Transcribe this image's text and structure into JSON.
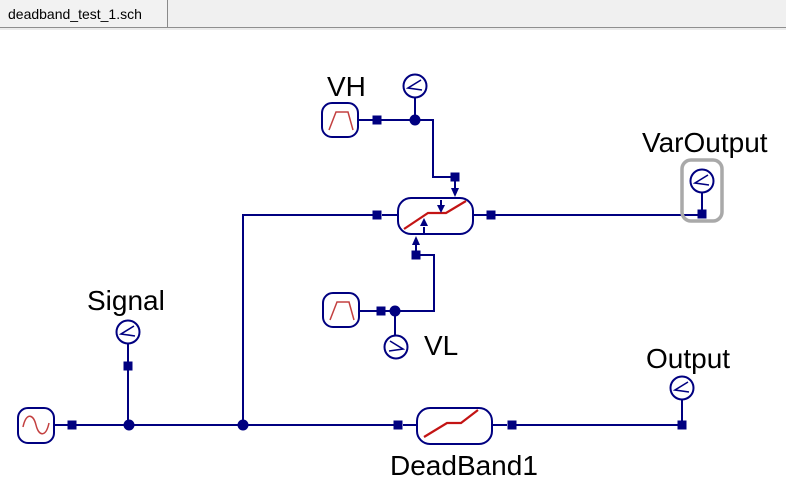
{
  "window": {
    "tab_title": "deadband_test_1.sch"
  },
  "colors": {
    "wire": "#000080",
    "symbol_outline": "#000080",
    "deadband_curve_red": "#c31414",
    "source_wave_red": "#c34040",
    "selection_box_gray": "#a9a9a9",
    "tab_bar_bg": "#f0f0f0",
    "canvas_bg": "#ffffff",
    "label_text": "#000000"
  },
  "schematic": {
    "labels": {
      "vh": "VH",
      "vl": "VL",
      "signal": "Signal",
      "var_output": "VarOutput",
      "output": "Output",
      "deadband1": "DeadBand1"
    },
    "components": [
      {
        "name": "VH",
        "icon": "trapezoid-source-icon"
      },
      {
        "name": "VL",
        "icon": "trapezoid-source-icon"
      },
      {
        "name": "sine-source",
        "icon": "sine-wave-icon"
      },
      {
        "name": "variable-deadband",
        "icon": "deadband-curve-icon"
      },
      {
        "name": "DeadBand1",
        "icon": "deadband-curve-icon"
      },
      {
        "name": "VH-probe",
        "icon": "voltmeter-probe-icon"
      },
      {
        "name": "VL-probe",
        "icon": "voltmeter-probe-icon"
      },
      {
        "name": "Signal-probe",
        "icon": "voltmeter-probe-icon"
      },
      {
        "name": "Output-probe",
        "icon": "voltmeter-probe-icon"
      },
      {
        "name": "VarOutput-probe",
        "icon": "voltmeter-probe-icon",
        "selected": true
      }
    ]
  }
}
